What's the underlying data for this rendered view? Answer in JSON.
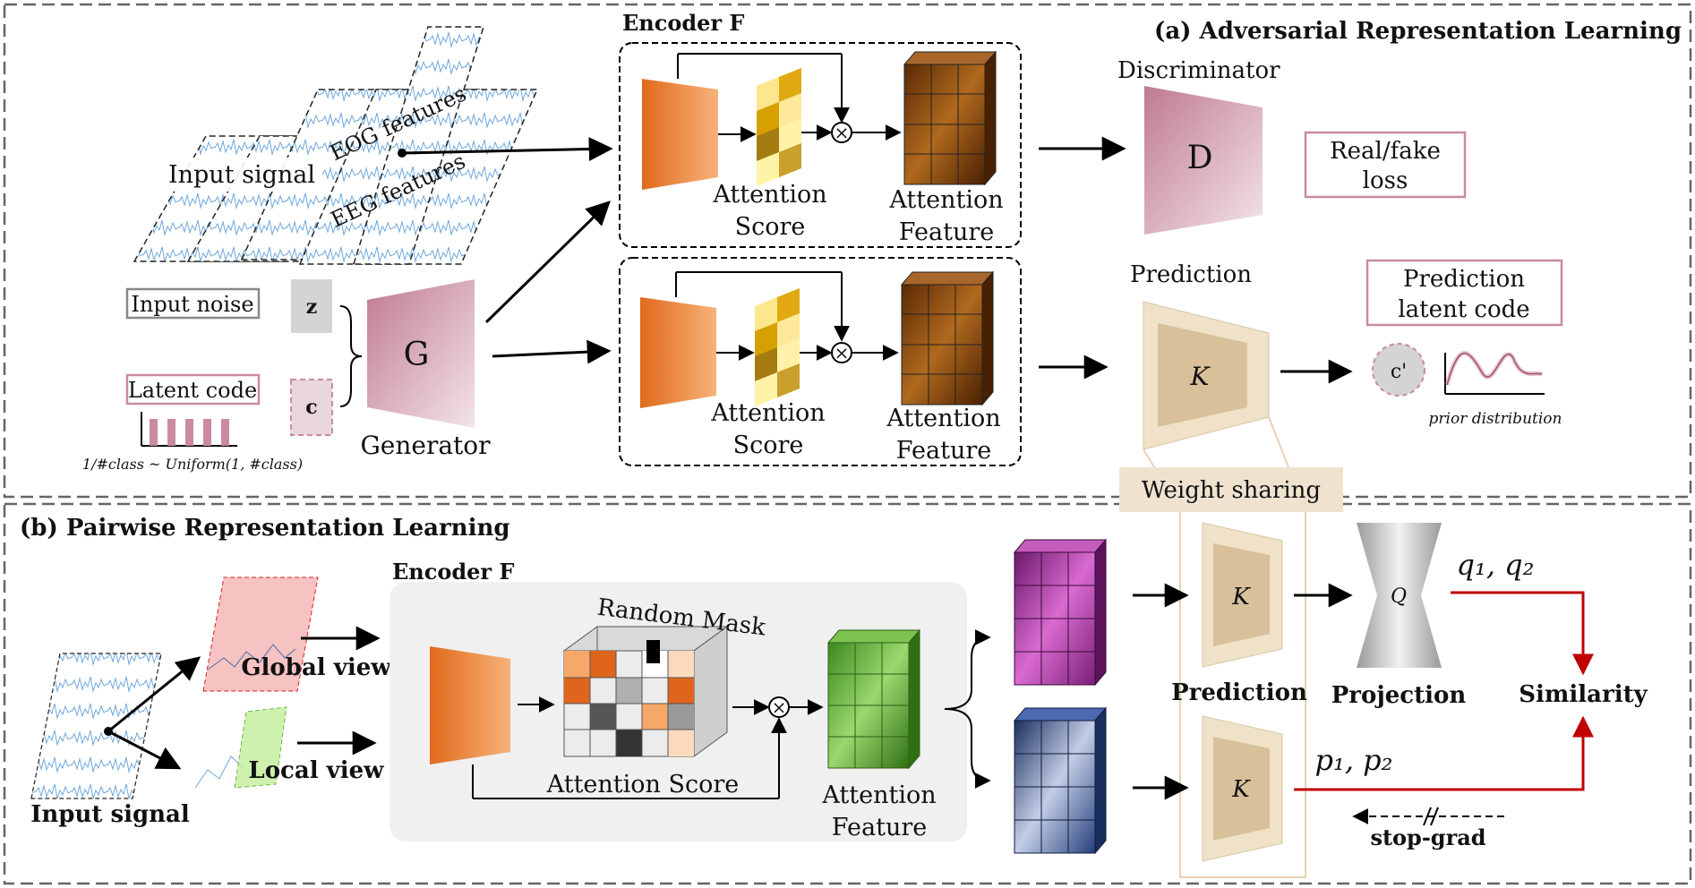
{
  "section_a": {
    "title": "(a) Adversarial Representation Learning",
    "input_signal": "Input signal",
    "eog_features": "EOG features",
    "eeg_features": "EEG features",
    "input_noise": "Input noise",
    "latent_code": "Latent code",
    "z_label": "z",
    "c_label": "c",
    "g_label": "G",
    "generator": "Generator",
    "uniform_formula": "1/#class ~ Uniform(1, #class)",
    "encoder": "Encoder F",
    "attention_score_l1": "Attention",
    "attention_score_l2": "Score",
    "attention_feature_l1": "Attention",
    "attention_feature_l2": "Feature",
    "discriminator": "Discriminator",
    "d_label": "D",
    "real_fake_l1": "Real/fake",
    "real_fake_l2": "loss",
    "prediction": "Prediction",
    "k_label": "K",
    "prediction_latent_l1": "Prediction",
    "prediction_latent_l2": "latent  code",
    "c_prime": "c'",
    "prior_distribution": "prior distribution",
    "weight_sharing": "Weight sharing"
  },
  "section_b": {
    "title": "(b) Pairwise Representation Learning",
    "input_signal": "Input signal",
    "global_view": "Global view",
    "local_view": "Local view",
    "encoder": "Encoder F",
    "random_mask": "Random Mask",
    "attention_score": "Attention Score",
    "attention_feature_l1": "Attention",
    "attention_feature_l2": "Feature",
    "k_label": "K",
    "prediction": "Prediction",
    "q_label": "Q",
    "projection": "Projection",
    "q_vars": "q₁, q₂",
    "p_vars": "p₁, p₂",
    "similarity": "Similarity",
    "stop_grad": "stop-grad"
  },
  "colors": {
    "orange": "#e8752a",
    "gold": "#f2c41c",
    "brown": "#7a3e0c",
    "pink": "#c98aa2",
    "beige": "#e5d3b3",
    "purple": "#a43a9b",
    "navy": "#2e4e8f",
    "green": "#5aa832",
    "red": "#c00000"
  }
}
